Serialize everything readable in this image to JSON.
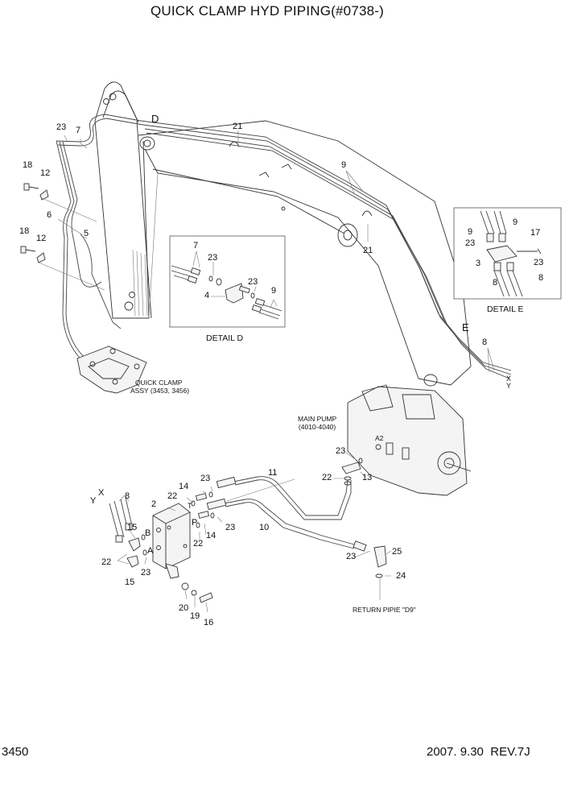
{
  "header": {
    "title": "QUICK CLAMP HYD PIPING(#0738-)"
  },
  "footer": {
    "page_number": "3450",
    "revision": "2007. 9.30  REV.7J"
  },
  "main_view": {
    "callouts": {
      "c23_boom": "23",
      "c7_boom": "7",
      "c18_a": "18",
      "c12_a": "12",
      "c6": "6",
      "c5": "5",
      "c18_b": "18",
      "c12_b": "12",
      "cD": "D",
      "c21_a": "21",
      "c9": "9",
      "c21_b": "21",
      "cE": "E",
      "c8": "8",
      "cX": "X",
      "cY": "Y"
    },
    "quick_clamp_label": [
      "QUICK CLAMP",
      "ASSY (3453, 3456)"
    ]
  },
  "detail_d": {
    "caption": "DETAIL  D",
    "callouts": {
      "c7": "7",
      "c23_a": "23",
      "c4": "4",
      "c23_b": "23",
      "c9": "9"
    }
  },
  "detail_e": {
    "caption": "DETAIL  E",
    "callouts": {
      "c9_a": "9",
      "c9_b": "9",
      "c17": "17",
      "c23_a": "23",
      "c23_b": "23",
      "c3": "3",
      "c8_a": "8",
      "c8_b": "8"
    }
  },
  "pump_view": {
    "main_pump_label": [
      "MAIN PUMP",
      "(4010-4040)"
    ],
    "port_label": "A2",
    "return_label": "RETURN PIPIE \"D9\"",
    "callouts": {
      "c23_a": "23",
      "c22_a": "22",
      "c13": "13",
      "c11": "11",
      "c10": "10",
      "c23_b": "23",
      "c25": "25",
      "c24": "24"
    }
  },
  "valve_view": {
    "ports": {
      "X": "X",
      "Y": "Y",
      "B": "B",
      "A": "A",
      "P": "P",
      "T": "T"
    },
    "callouts": {
      "c8": "8",
      "c15_a": "15",
      "c22_a": "22",
      "c15_b": "15",
      "c23_a": "23",
      "c2": "2",
      "c22_b": "22",
      "c14_a": "14",
      "c23_b": "23",
      "c14_b": "14",
      "c23_c": "23",
      "c22_c": "22",
      "c20": "20",
      "c19": "19",
      "c16": "16"
    }
  }
}
